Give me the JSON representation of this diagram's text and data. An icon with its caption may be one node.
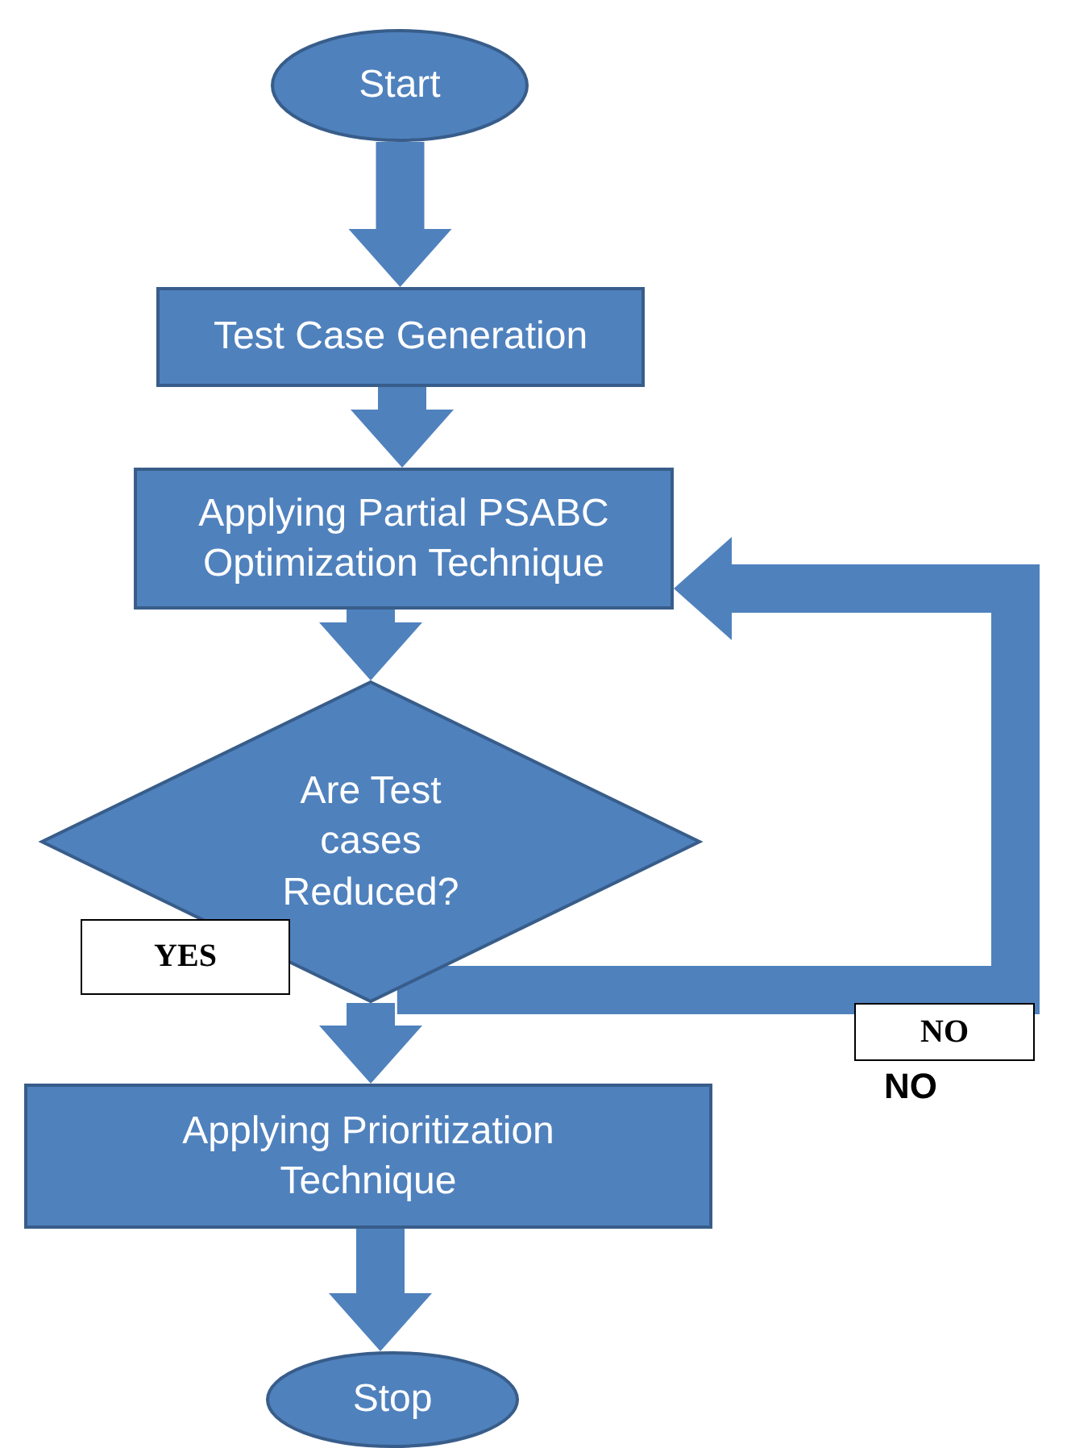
{
  "diagram": {
    "nodes": [
      {
        "text": [
          "Start"
        ]
      },
      {
        "text": [
          "Test Case Generation"
        ]
      },
      {
        "text": [
          "Applying Partial PSABC Optimization Technique"
        ]
      },
      {
        "text": [
          "Are Test cases Reduced?"
        ]
      },
      {
        "text": [
          "Applying Prioritization Technique"
        ]
      },
      {
        "text": [
          "Stop"
        ]
      }
    ],
    "edges": [
      {
        "from": 0,
        "to": 1,
        "arrow": "to"
      },
      {
        "from": 1,
        "to": 2,
        "arrow": "to"
      },
      {
        "from": 2,
        "to": 3,
        "arrow": "to"
      },
      {
        "from": 3,
        "to": 4,
        "arrow": "to"
      },
      {
        "from": 4,
        "to": 5,
        "arrow": "to"
      },
      {
        "from": 3,
        "to": 2,
        "arrow": "to"
      }
    ],
    "labels": [
      "YES",
      "NO",
      "NO"
    ]
  }
}
